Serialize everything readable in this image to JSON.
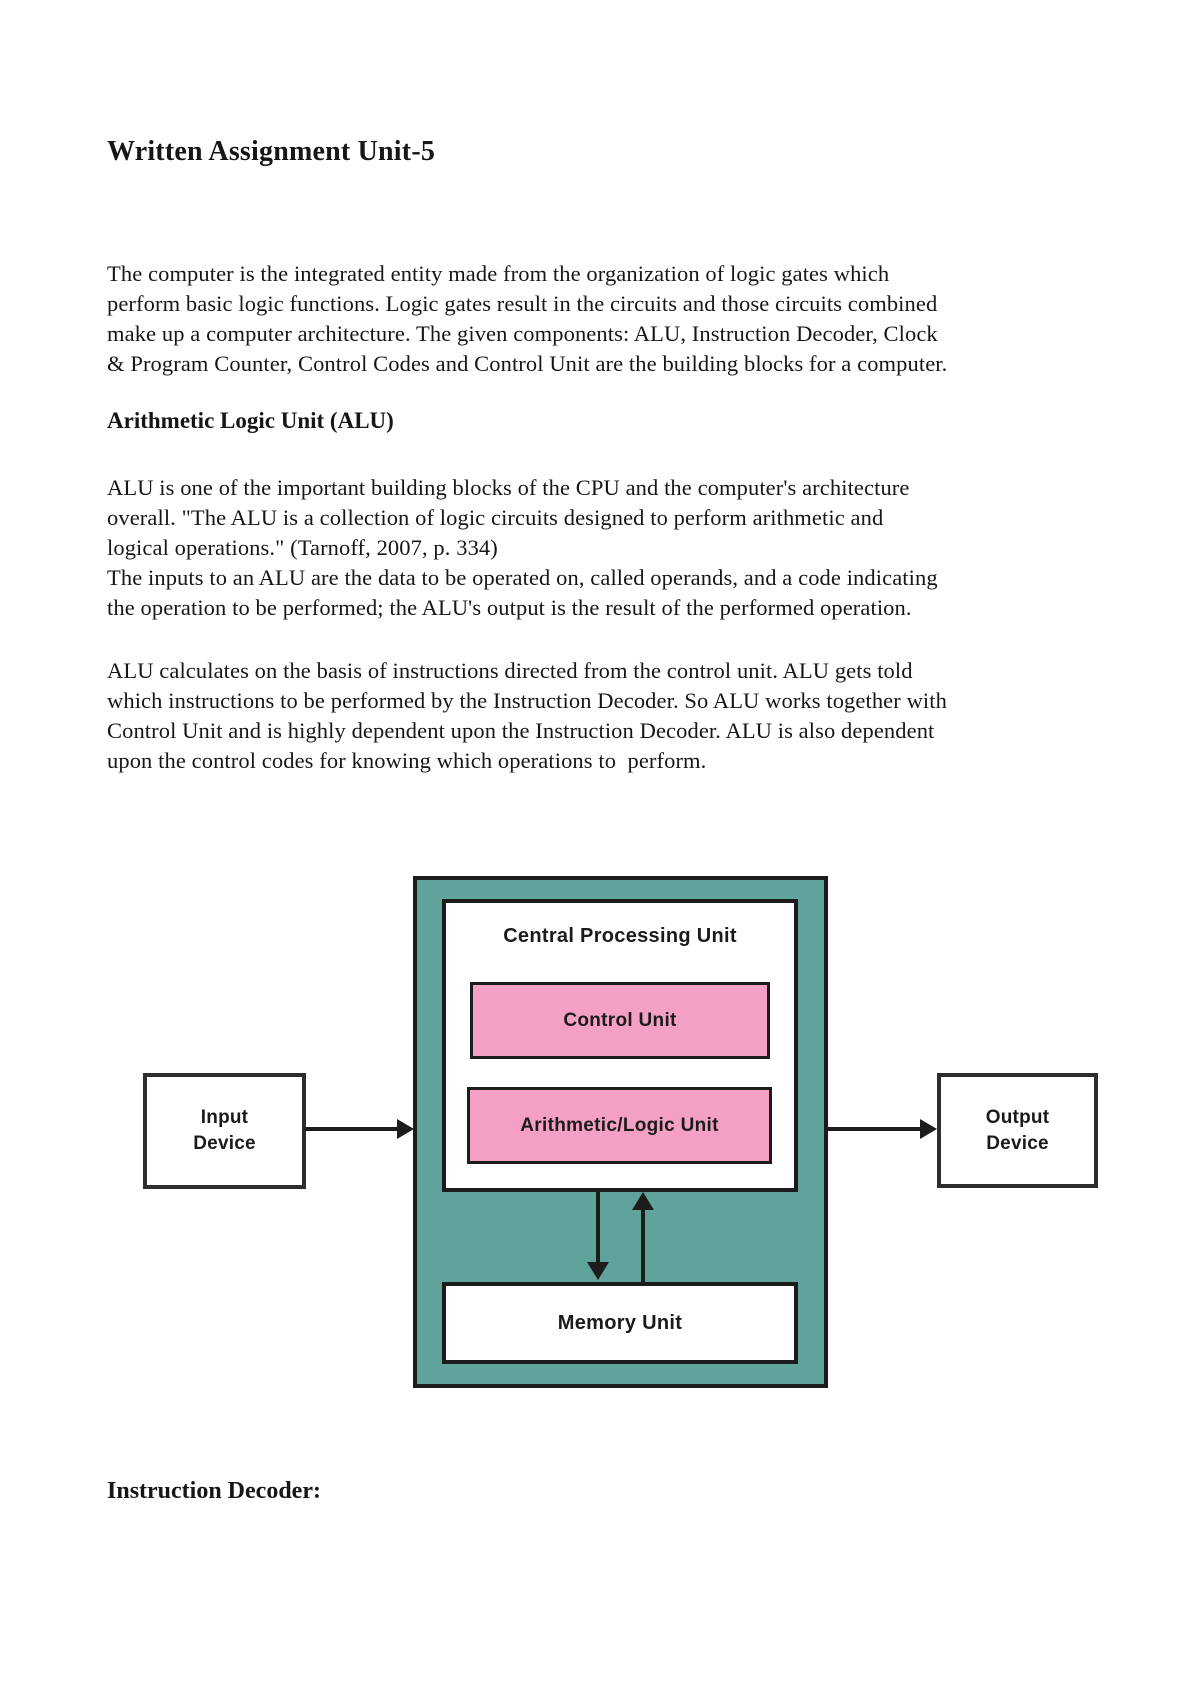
{
  "doc": {
    "title": "Written Assignment Unit-5",
    "p1": {
      "lines": [
        "The computer is the integrated entity made from the organization of logic gates which",
        "perform basic logic functions. Logic gates result in the circuits and those circuits combined",
        "make up a computer architecture. The given components: ALU, Instruction Decoder, Clock",
        "& Program Counter, Control Codes and Control Unit are the building blocks for a computer."
      ]
    },
    "alu_heading": "Arithmetic Logic Unit (ALU)",
    "p2": {
      "lines": [
        "ALU is one of the important building blocks of the CPU and the computer's architecture",
        "overall. \"The ALU is a collection of logic circuits designed to perform arithmetic and",
        "logical operations.\" (Tarnoff, 2007, p. 334)",
        "The inputs to an ALU are the data to be operated on, called operands, and a code indicating",
        "the operation to be performed; the ALU's output is the result of the performed operation."
      ]
    },
    "p3": {
      "lines": [
        "ALU calculates on the basis of instructions directed from the control unit. ALU gets told",
        "which instructions to be performed by the Instruction Decoder. So ALU works together with",
        "Control Unit and is highly dependent upon the Instruction Decoder. ALU is also dependent",
        "upon the control codes for knowing which operations to  perform."
      ]
    },
    "decoder_heading": "Instruction Decoder:"
  },
  "diagram": {
    "cpu_title": "Central Processing Unit",
    "control_unit_label": "Control Unit",
    "alu_label": "Arithmetic/Logic Unit",
    "memory_label": "Memory Unit",
    "input_device": {
      "line1": "Input",
      "line2": "Device"
    },
    "output_device": {
      "line1": "Output",
      "line2": "Device"
    },
    "colors": {
      "teal": "#60a39a",
      "pink": "#f4a0c5",
      "ink": "#1c1c1c"
    }
  }
}
